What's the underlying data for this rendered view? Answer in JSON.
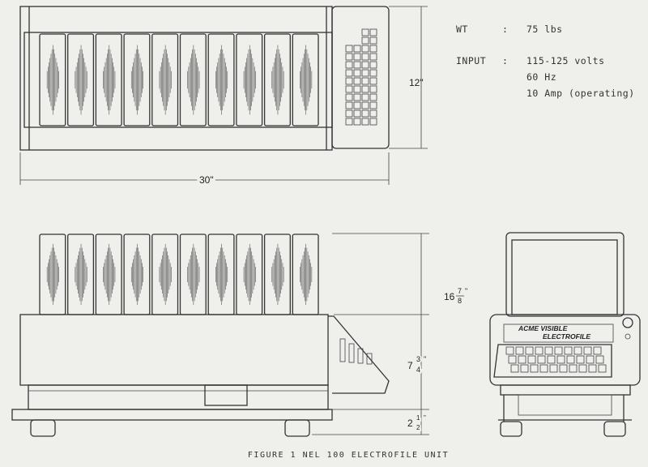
{
  "specs": {
    "weight_label": "WT",
    "weight_value": "75 lbs",
    "input_label": "INPUT",
    "separator": ":",
    "input_values": [
      "115-125 volts",
      "60 Hz",
      "10 Amp (operating)"
    ]
  },
  "dimensions": {
    "depth": "12\"",
    "width": "30\"",
    "height_total": {
      "whole": "16",
      "num": "7",
      "den": "8",
      "unit": "\""
    },
    "body_height": {
      "whole": "7",
      "num": "3",
      "den": "4",
      "unit": "\""
    },
    "base_height": {
      "whole": "2",
      "num": "1",
      "den": "2",
      "unit": "\""
    }
  },
  "panel_label": {
    "line1": "ACME  VISIBLE",
    "line2": "ELECTROFILE"
  },
  "caption": "FIGURE 1   NEL 100   ELECTROFILE UNIT",
  "card_count": 10
}
